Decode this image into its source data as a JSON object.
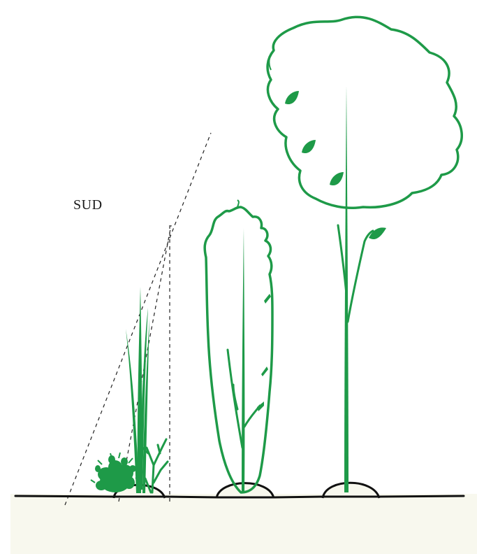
{
  "labels": {
    "orientation": "SUD"
  },
  "colors": {
    "plant_green": "#1e9a48",
    "ground_line": "#111111",
    "soil": "#f8f8ee",
    "dashed_line": "#222222"
  },
  "plants": [
    {
      "kind": "shrub-and-grasses",
      "icon": "low-shrub-with-tall-grass"
    },
    {
      "kind": "columnar-tree",
      "icon": "narrow-upright-tree"
    },
    {
      "kind": "large-tree",
      "icon": "broad-canopy-tree"
    }
  ]
}
